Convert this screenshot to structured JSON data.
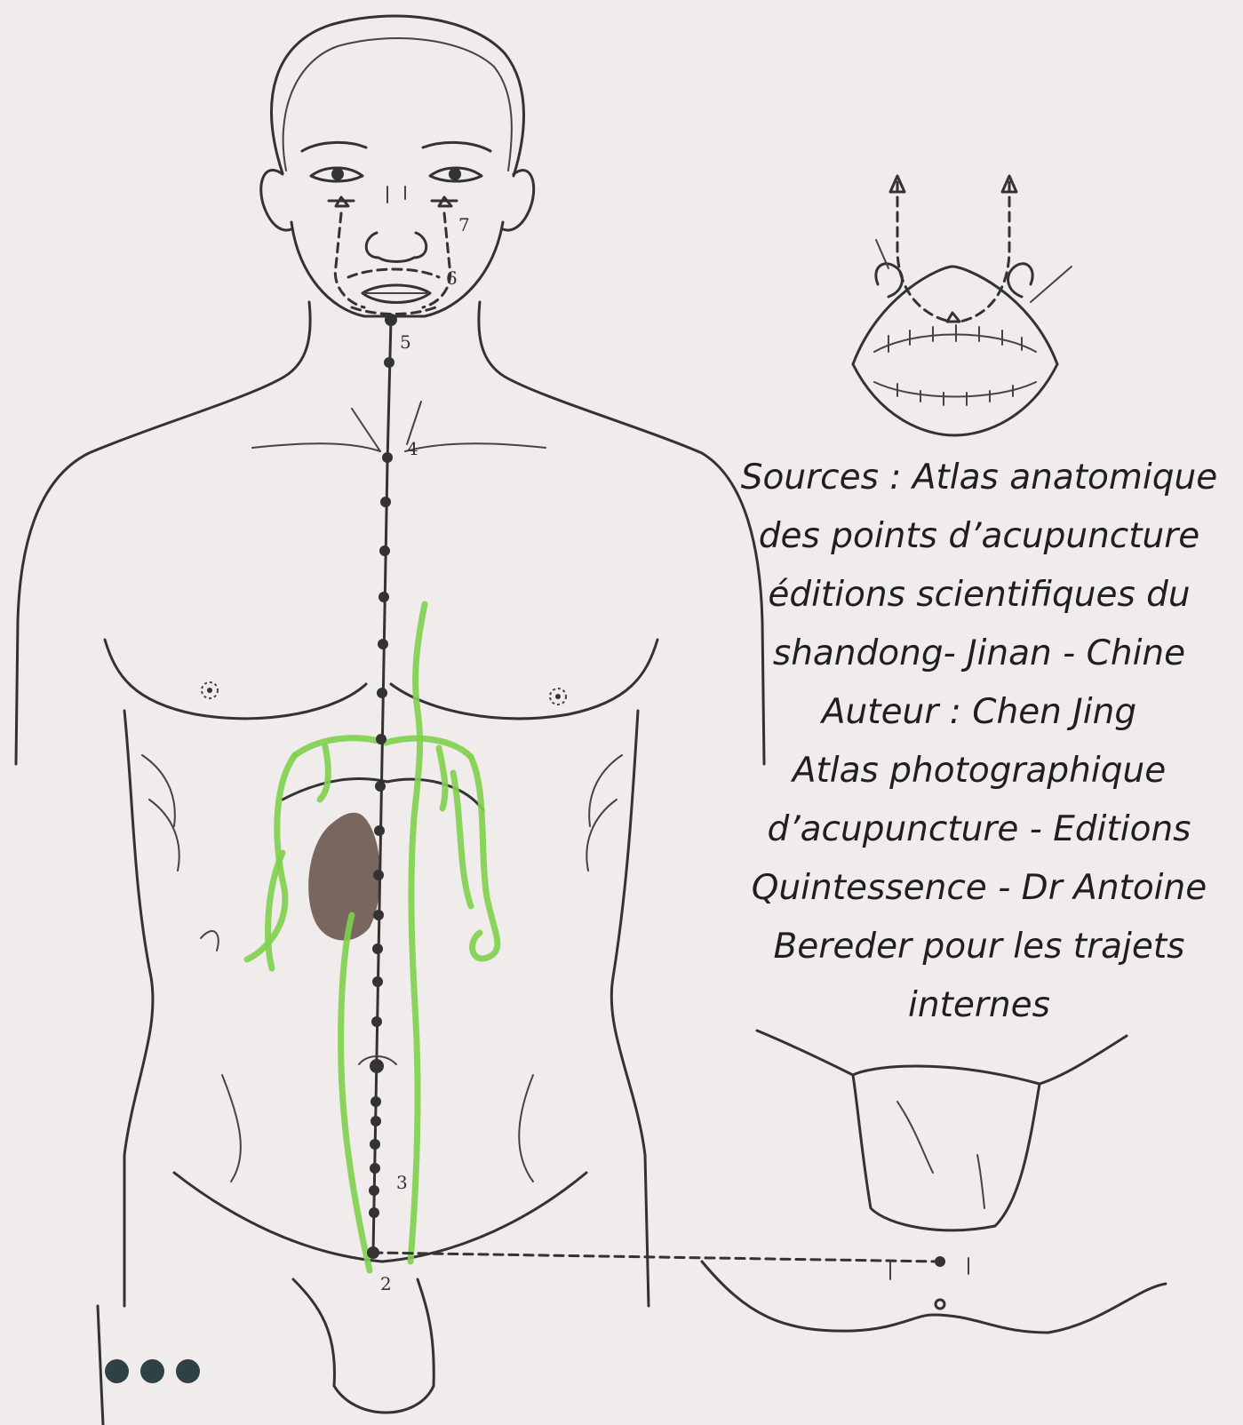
{
  "caption": {
    "lines": [
      "Sources : Atlas anatomique",
      "des points d’acupuncture",
      "éditions scientifiques du",
      "shandong- Jinan - Chine",
      "Auteur : Chen Jing",
      "Atlas photographique",
      "d’acupuncture - Editions",
      "Quintessence - Dr Antoine",
      "Bereder pour les trajets",
      "internes"
    ]
  },
  "point_labels": [
    "2",
    "3",
    "4",
    "5",
    "6",
    "7"
  ],
  "colors": {
    "background": "#efeceb",
    "ink": "#333333",
    "internal_pathway": "#7ed04c",
    "organ": "#6b5850",
    "pager_dots": "#2e4147"
  },
  "pager": {
    "dot_count": 3,
    "icon": "more-dots-icon"
  }
}
